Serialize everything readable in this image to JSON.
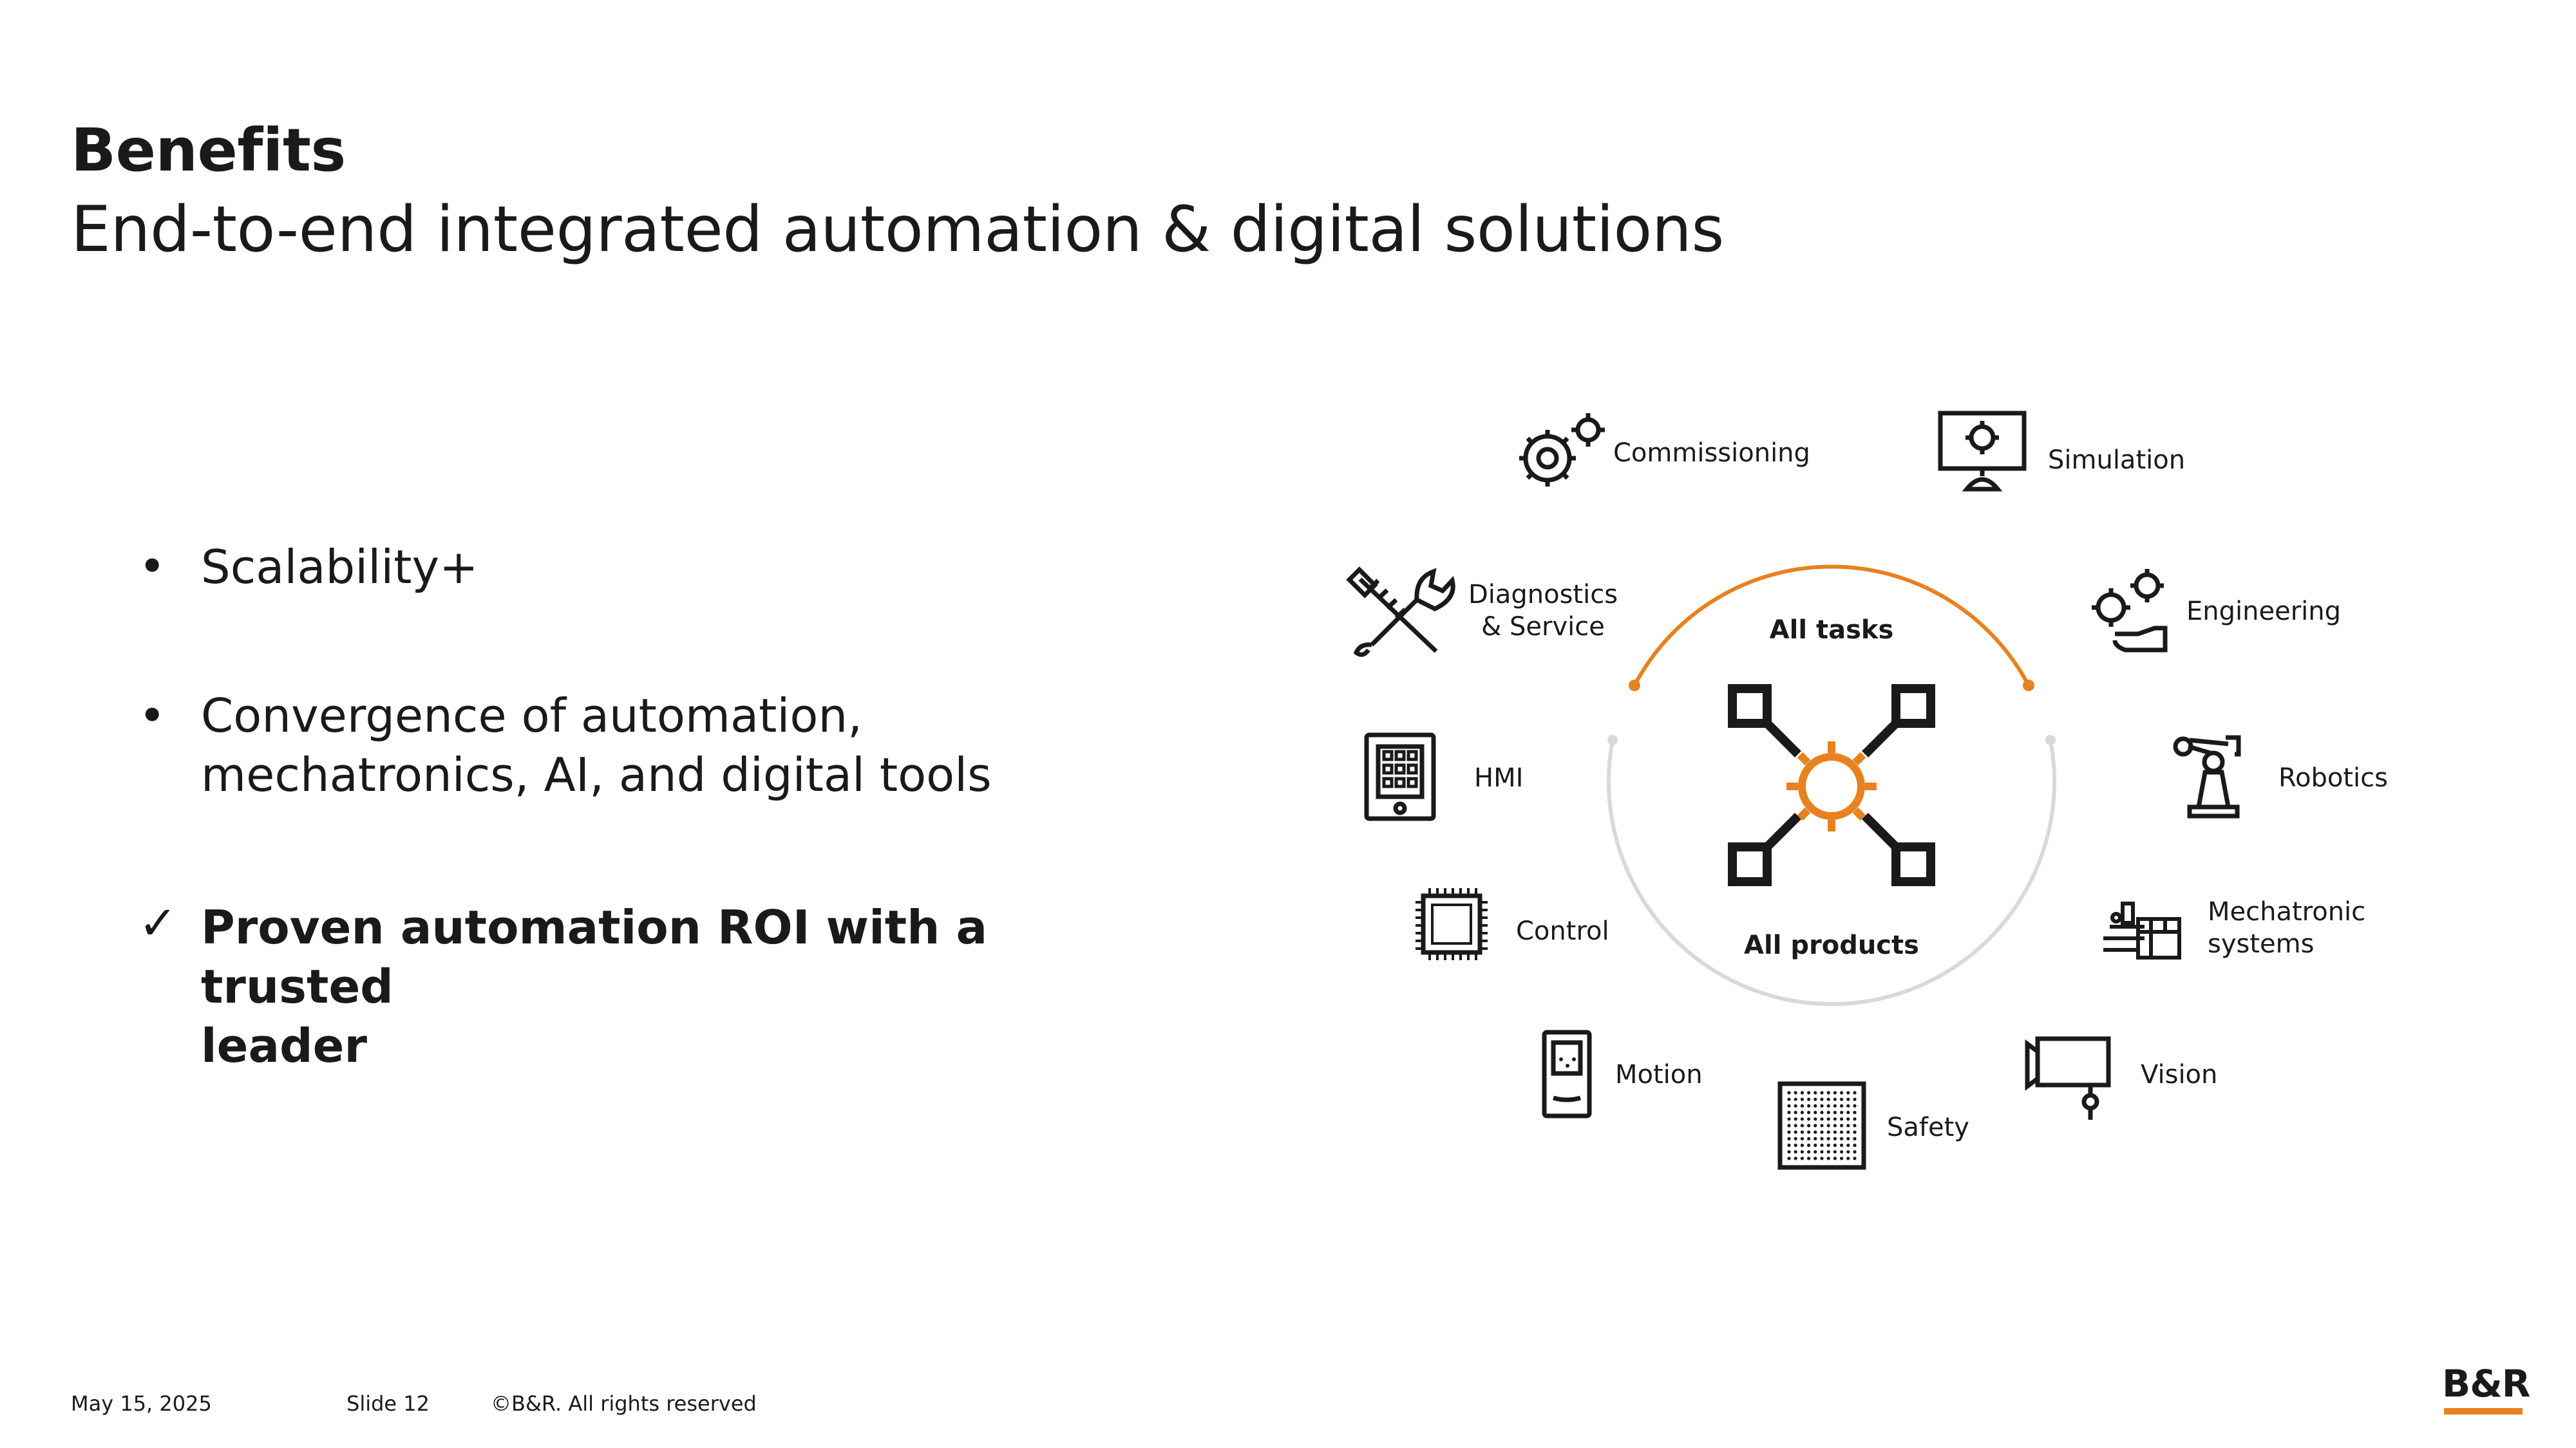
{
  "slide": {
    "title": "Benefits",
    "subtitle": "End-to-end integrated automation & digital solutions"
  },
  "bullets": [
    {
      "marker": "•",
      "text": "Scalability+",
      "bold": false
    },
    {
      "marker": "•",
      "text_line1": "Convergence of automation,",
      "text_line2": "mechatronics, AI, and digital tools",
      "bold": false
    },
    {
      "marker": "✓",
      "text_line1": "Proven automation ROI with a trusted",
      "text_line2": "leader",
      "bold": true
    }
  ],
  "diagram": {
    "center_top_label": "All tasks",
    "center_bottom_label": "All products",
    "accent_color": "#e8811f",
    "items": {
      "commissioning": {
        "label": "Commissioning",
        "icon": "gears-icon"
      },
      "simulation": {
        "label": "Simulation",
        "icon": "monitor-gear-icon"
      },
      "diagnostics": {
        "label_line1": "Diagnostics",
        "label_line2": "& Service",
        "icon": "tools-icon"
      },
      "engineering": {
        "label": "Engineering",
        "icon": "hand-gears-icon"
      },
      "hmi": {
        "label": "HMI",
        "icon": "tablet-icon"
      },
      "robotics": {
        "label": "Robotics",
        "icon": "robot-arm-icon"
      },
      "control": {
        "label": "Control",
        "icon": "chip-icon"
      },
      "mechatronic": {
        "label_line1": "Mechatronic",
        "label_line2": "systems",
        "icon": "conveyor-icon"
      },
      "motion": {
        "label": "Motion",
        "icon": "drive-icon"
      },
      "safety": {
        "label": "Safety",
        "icon": "safety-grid-icon"
      },
      "vision": {
        "label": "Vision",
        "icon": "camera-icon"
      }
    }
  },
  "footer": {
    "date": "May 15, 2025",
    "slide": "Slide 12",
    "copyright": "©B&R. All rights reserved"
  },
  "brand": {
    "logo_text": "B&R",
    "color": "#e8811f"
  }
}
